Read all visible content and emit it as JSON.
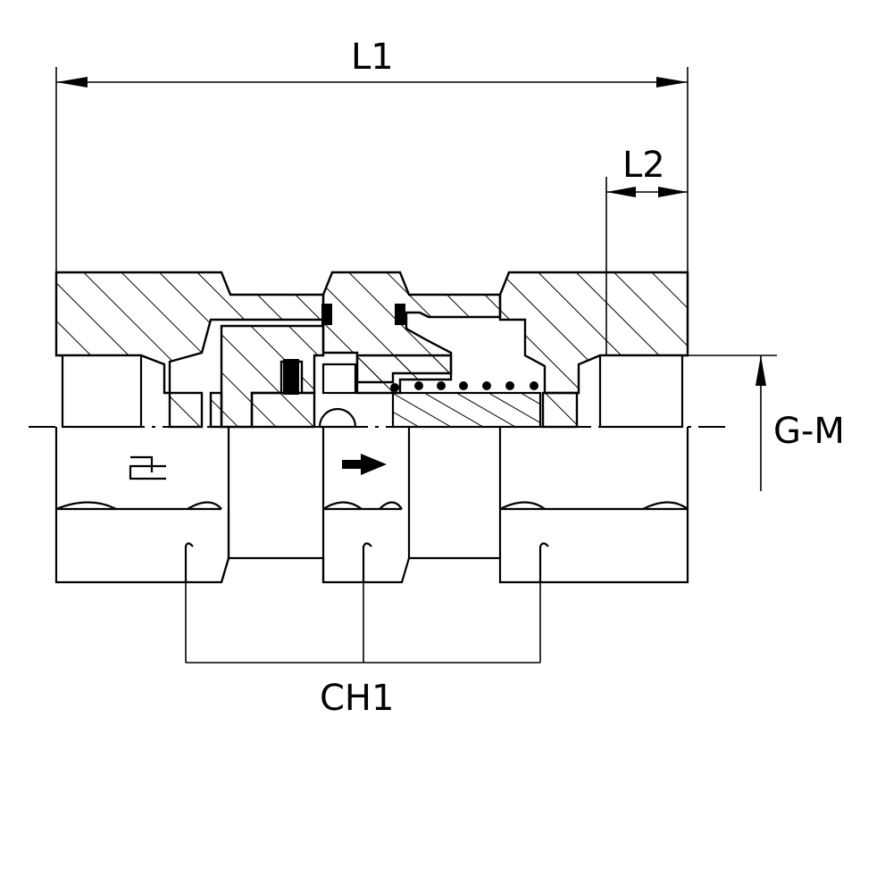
{
  "drawing": {
    "dimensions": {
      "overall_length": "L1",
      "thread_length": "L2",
      "wrench_size": "CH1",
      "thread": "G-M"
    },
    "colors": {
      "line": "#000000",
      "background": "#ffffff"
    },
    "symbols": [
      "flow-arrow-icon",
      "manufacturer-logo-icon"
    ]
  }
}
